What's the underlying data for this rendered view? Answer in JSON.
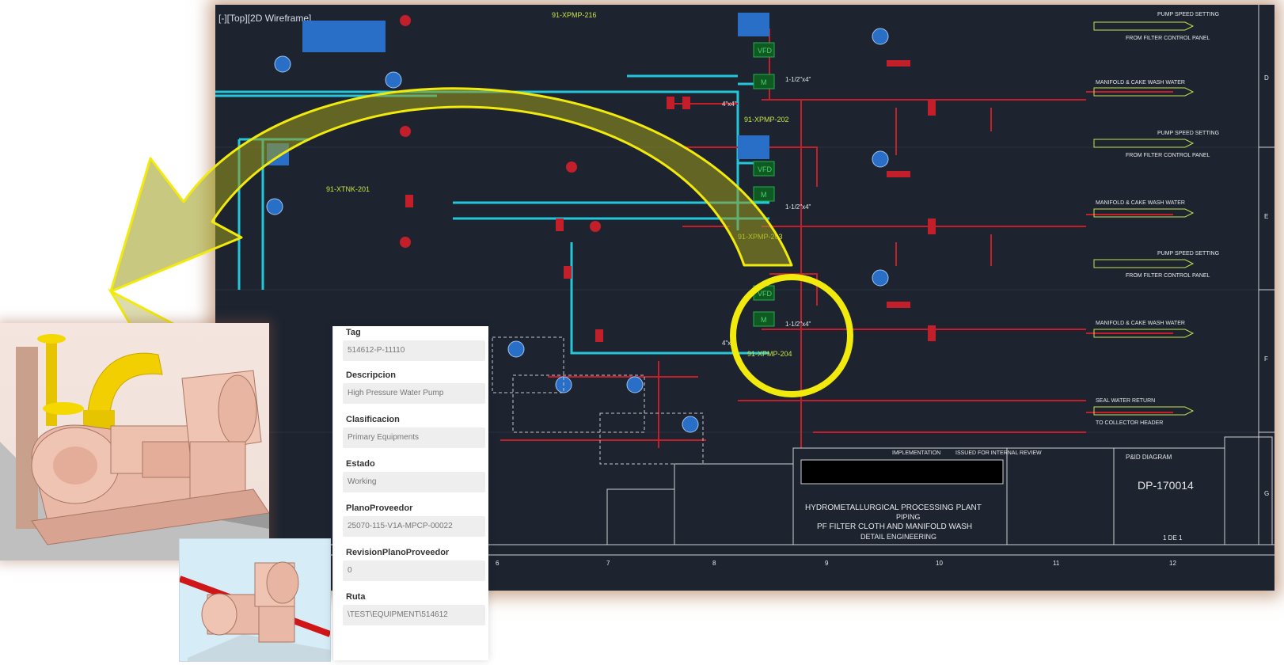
{
  "viewport": {
    "label": "[-][Top][2D Wireframe]"
  },
  "drawing": {
    "equipment_tags": [
      "91-XPMP-216",
      "91-XPMP-202",
      "91-XPMP-203",
      "91-XPMP-204",
      "91-XTNK-201"
    ],
    "pump_speed_label": "PUMP SPEED SETTING",
    "manifold_label": "MANIFOLD & CAKE WASH WATER",
    "seal_water_label": "SEAL WATER RETURN",
    "to_collector": "TO COLLECTOR HEADER",
    "from_filter_panel": "FROM FILTER CONTROL PANEL",
    "vfd": "VFD",
    "motor": "M",
    "pipe_size_1": "1-1/2\"x4\"",
    "pipe_size_2": "4\"x4\"",
    "implementation_label": "IMPLEMENTATION",
    "issued_label": "ISSUED FOR INTERNAL REVIEW",
    "title_block": {
      "doc_type": "P&ID DIAGRAM",
      "drawing_number": "DP-170014",
      "project_title": "HYDROMETALLURGICAL PROCESSING PLANT",
      "subtitle_1": "PIPING",
      "subtitle_2": "PF FILTER CLOTH AND MANIFOLD WASH",
      "subtitle_3": "DETAIL ENGINEERING",
      "revision": "1 DE 1",
      "grid_numbers": [
        "6",
        "7",
        "8",
        "9",
        "10",
        "11",
        "12"
      ],
      "grid_letters": [
        "D",
        "E",
        "F",
        "G"
      ]
    }
  },
  "properties": {
    "fields": [
      {
        "label": "Tag",
        "value": "514612-P-11110"
      },
      {
        "label": "Descripcion",
        "value": "High Pressure Water Pump"
      },
      {
        "label": "Clasificacion",
        "value": "Primary Equipments"
      },
      {
        "label": "Estado",
        "value": "Working"
      },
      {
        "label": "PlanoProveedor",
        "value": "25070-115-V1A-MPCP-00022"
      },
      {
        "label": "RevisionPlanoProveedor",
        "value": "0"
      },
      {
        "label": "Ruta",
        "value": "\\TEST\\EQUIPMENT\\514612"
      }
    ]
  },
  "colors": {
    "background": "#1d2430",
    "cyan_line": "#25c6d9",
    "red_line": "#c21f2a",
    "highlight": "#f2ea0c",
    "arrow_fill": "#9a9a1a",
    "equipment_green": "#22b04a",
    "instrument_blue": "#2a6fc7"
  }
}
